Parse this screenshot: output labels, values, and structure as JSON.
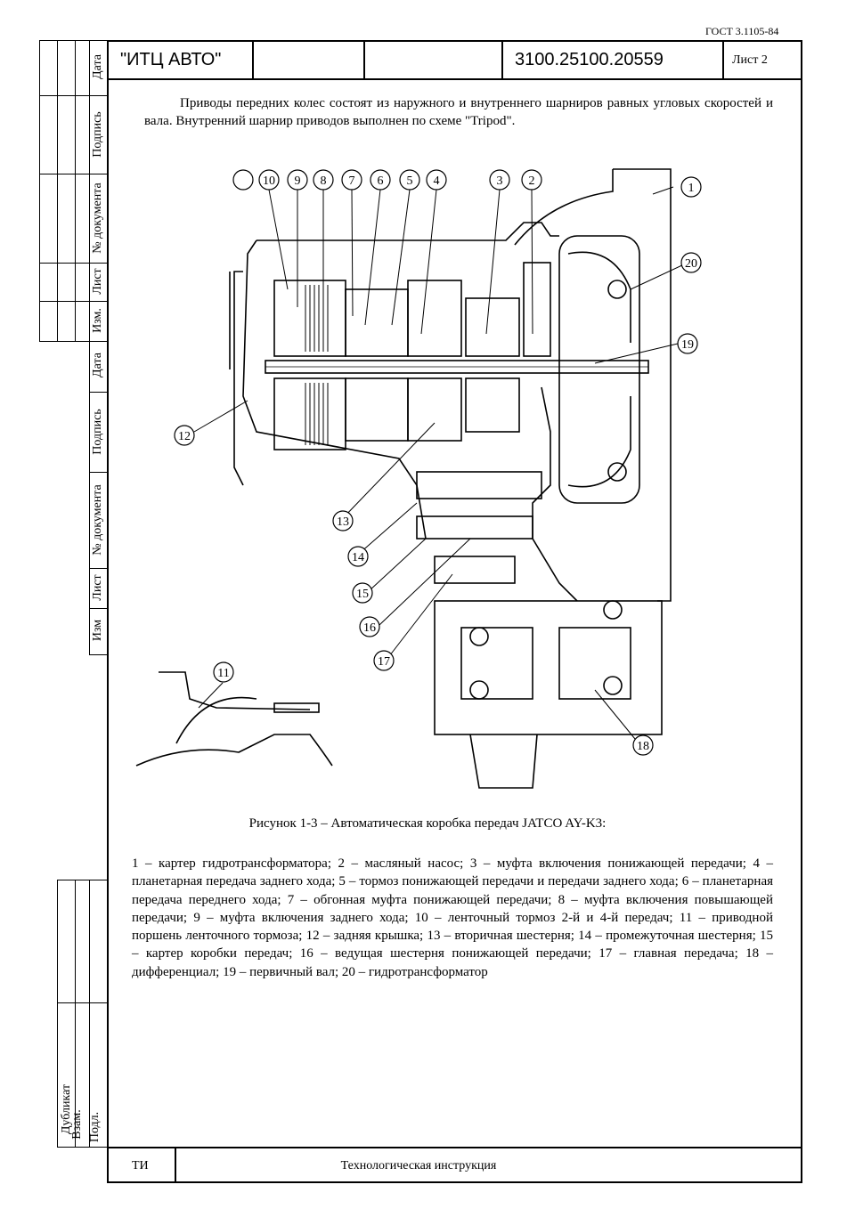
{
  "gost": "ГОСТ 3.1105-84",
  "header": {
    "company": "\"ИТЦ АВТО\"",
    "doc_number": "3100.25100.20559",
    "sheet": "Лист 2"
  },
  "side_stamp_top": [
    "Дата",
    "Подпись",
    "№ документа",
    "Лист",
    "Изм.",
    "Дата",
    "Подпись",
    "№ документа",
    "Лист",
    "Изм"
  ],
  "side_stamp_bottom": [
    "Дубликат",
    "Взам.",
    "Подл."
  ],
  "intro": "Приводы передних колес состоят из наружного и внутреннего шарниров равных угловых скоростей и вала. Внутренний шарнир приводов выполнен по схеме \"Tripod\".",
  "figure": {
    "callouts": [
      "1",
      "2",
      "3",
      "4",
      "5",
      "6",
      "7",
      "8",
      "9",
      "10",
      "11",
      "12",
      "13",
      "14",
      "15",
      "16",
      "17",
      "18",
      "19",
      "20"
    ],
    "caption": "Рисунок 1-3 – Автоматическая коробка передач JATCO AY-K3:"
  },
  "legend": "1 – картер гидротрансформатора; 2 – масляный насос; 3 – муфта включения понижающей передачи; 4 – планетарная передача заднего хода; 5 – тормоз понижающей передачи и передачи заднего хода; 6 – планетарная передача переднего хода; 7 – обгонная муфта понижающей передачи; 8 – муфта включения повышающей передачи; 9 – муфта включения заднего хода; 10 – ленточный тормоз 2-й и 4-й передач; 11 – приводной поршень ленточного тормоза; 12 – задняя крышка; 13 – вторичная шестерня; 14 – промежуточная шестерня; 15 – картер коробки передач; 16 – ведущая шестерня понижающей передачи; 17 – главная передача; 18 – дифференциал; 19 – первичный вал; 20 – гидротрансформатор",
  "footer": {
    "code": "ТИ",
    "title": "Технологическая инструкция"
  }
}
